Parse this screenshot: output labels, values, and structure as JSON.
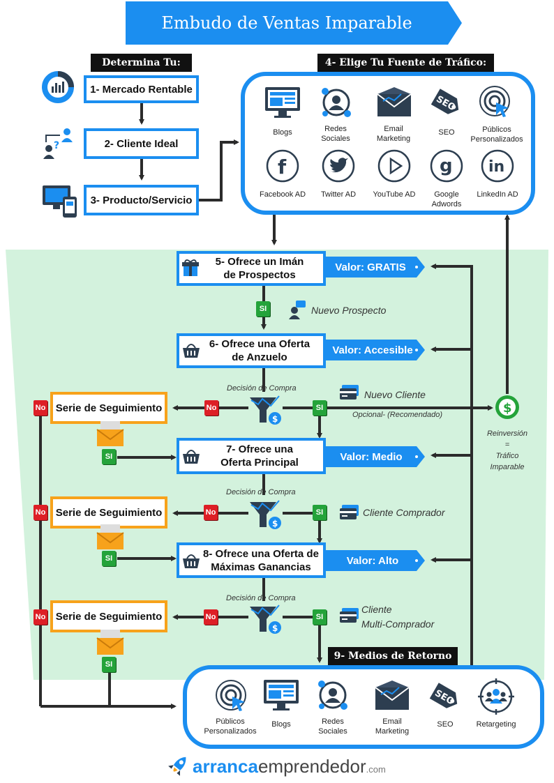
{
  "title": "Embudo de Ventas Imparable",
  "determina_header": "Determina Tu:",
  "steps_left": {
    "s1": "1- Mercado Rentable",
    "s2": "2- Cliente Ideal",
    "s3": "3- Producto/Servicio"
  },
  "traffic": {
    "header": "4- Elige Tu Fuente de Tráfico:",
    "items": [
      {
        "label": "Blogs",
        "icon": "blog-icon"
      },
      {
        "label": "Redes Sociales",
        "icon": "social-icon"
      },
      {
        "label": "Email Marketing",
        "icon": "email-icon"
      },
      {
        "label": "SEO",
        "icon": "seo-icon"
      },
      {
        "label": "Públicos Personalizados",
        "icon": "target-icon"
      },
      {
        "label": "Facebook AD",
        "icon": "facebook-icon"
      },
      {
        "label": "Twitter AD",
        "icon": "twitter-icon"
      },
      {
        "label": "YouTube AD",
        "icon": "youtube-icon"
      },
      {
        "label": "Google Adwords",
        "icon": "google-icon"
      },
      {
        "label": "LinkedIn AD",
        "icon": "linkedin-icon"
      }
    ]
  },
  "funnel": {
    "s5": "5- Ofrece un Imán de Prospectos",
    "s6": "6- Ofrece una Oferta de Anzuelo",
    "s7": "7- Ofrece una Oferta Principal",
    "s8": "8- Ofrece una Oferta de Máximas Ganancias",
    "v5": "Valor: GRATIS",
    "v6": "Valor: Accesible",
    "v7": "Valor: Medio",
    "v8": "Valor: Alto",
    "nuevo_prospecto": "Nuevo Prospecto",
    "nuevo_cliente": "Nuevo Cliente",
    "cliente_comprador": "Cliente Comprador",
    "cliente_multi_1": "Cliente",
    "cliente_multi_2": "Multi-Comprador",
    "decision": "Decisión de Compra",
    "opcional": "Opcional- (Recomendado)",
    "seguimiento": "Serie de Seguimiento",
    "si": "SI",
    "no": "No",
    "reinversion_1": "Reinversión",
    "reinversion_2": "=",
    "reinversion_3": "Tráfico",
    "reinversion_4": "Imparable"
  },
  "retorno": {
    "header": "9- Medios de Retorno",
    "items": [
      {
        "label": "Públicos Personalizados",
        "icon": "target-icon"
      },
      {
        "label": "Blogs",
        "icon": "blog-icon"
      },
      {
        "label": "Redes Sociales",
        "icon": "social-icon"
      },
      {
        "label": "Email Marketing",
        "icon": "email-icon"
      },
      {
        "label": "SEO",
        "icon": "seo-icon"
      },
      {
        "label": "Retargeting",
        "icon": "retargeting-icon"
      }
    ]
  },
  "brand": {
    "part1": "arranca",
    "part2": "emprendedor",
    "part3": ".com"
  },
  "colors": {
    "blue": "#1b8ef0",
    "orange": "#f7a21b",
    "green_bg": "#d3f2dd",
    "red": "#dd1f26",
    "green": "#24a33a",
    "dark": "#2b2b2b"
  }
}
